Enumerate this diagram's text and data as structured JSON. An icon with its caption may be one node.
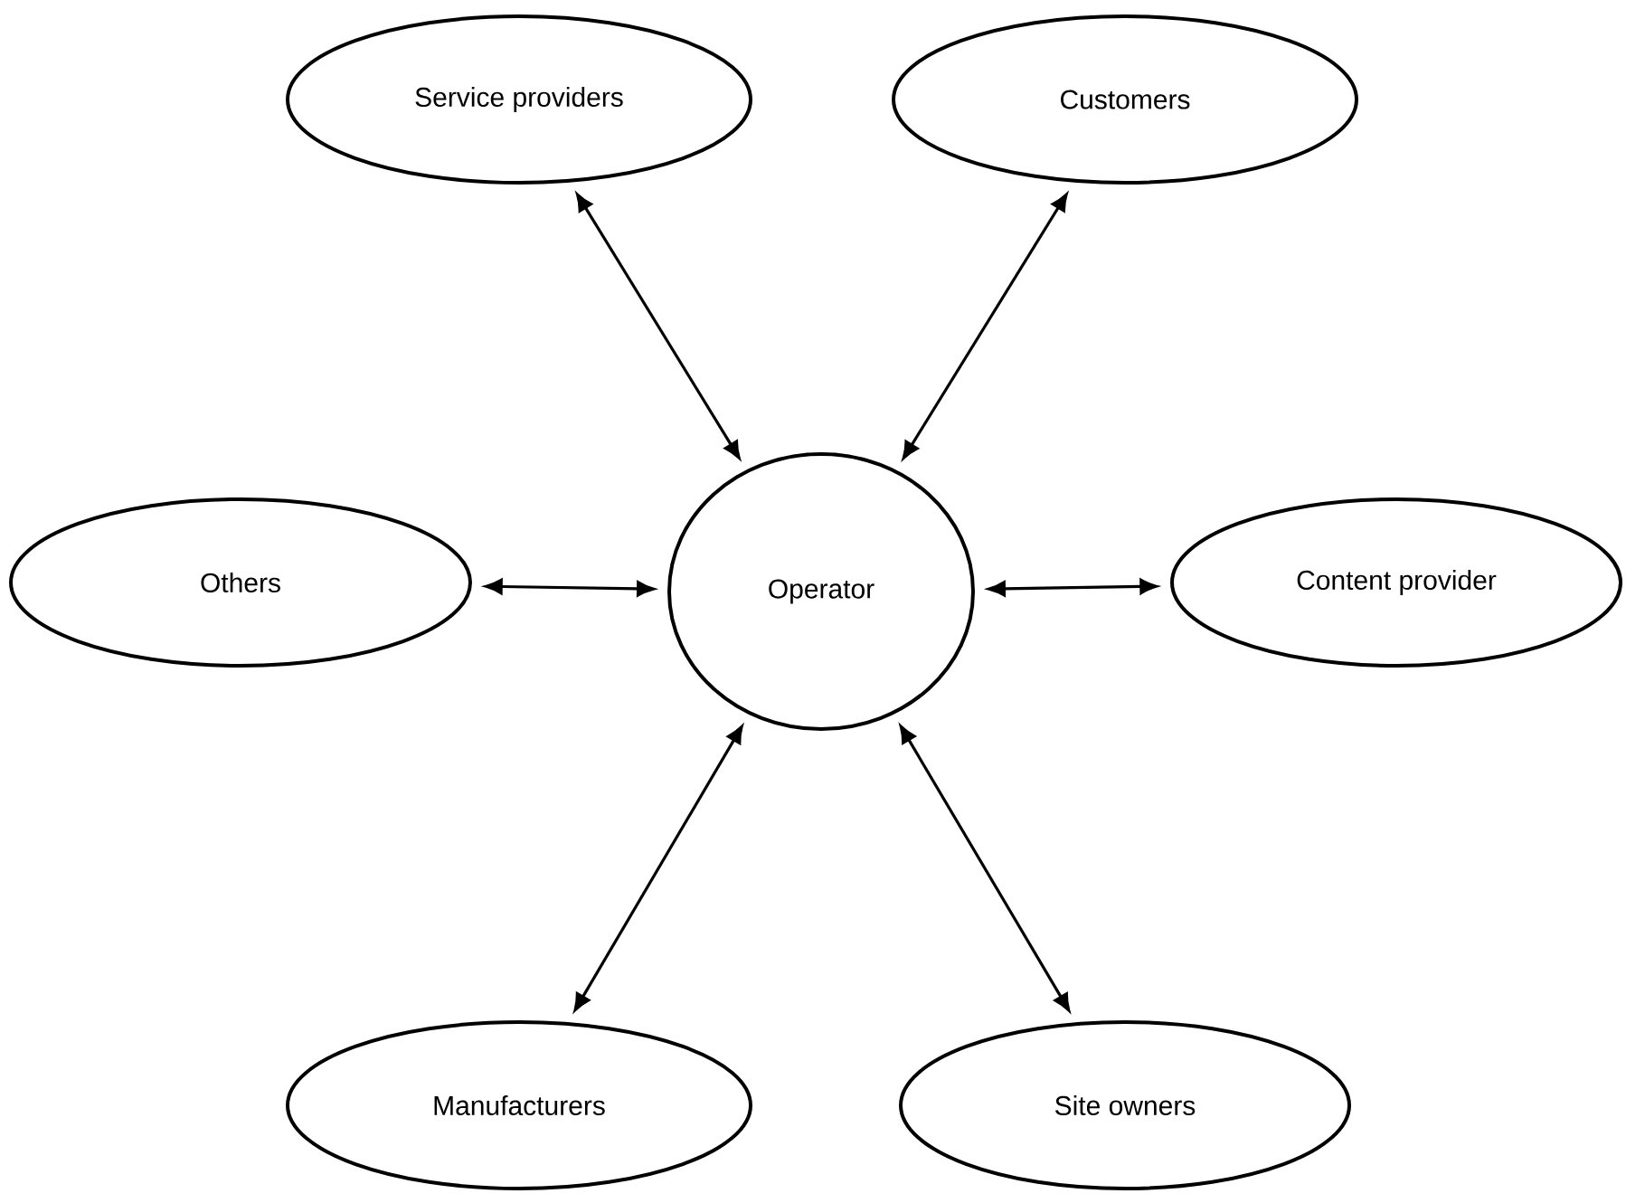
{
  "diagram": {
    "nodes": [
      {
        "text": [
          "Service providers"
        ]
      },
      {
        "text": [
          "Customers"
        ]
      },
      {
        "text": [
          "Others"
        ]
      },
      {
        "text": [
          "Operator"
        ]
      },
      {
        "text": [
          "Content provider"
        ]
      },
      {
        "text": [
          "Manufacturers"
        ]
      },
      {
        "text": [
          "Site owners"
        ]
      }
    ],
    "edges": [
      {
        "from": 3,
        "to": 0,
        "arrow": "both"
      },
      {
        "from": 3,
        "to": 1,
        "arrow": "both"
      },
      {
        "from": 3,
        "to": 2,
        "arrow": "both"
      },
      {
        "from": 3,
        "to": 4,
        "arrow": "both"
      },
      {
        "from": 3,
        "to": 5,
        "arrow": "both"
      },
      {
        "from": 3,
        "to": 6,
        "arrow": "both"
      }
    ]
  }
}
